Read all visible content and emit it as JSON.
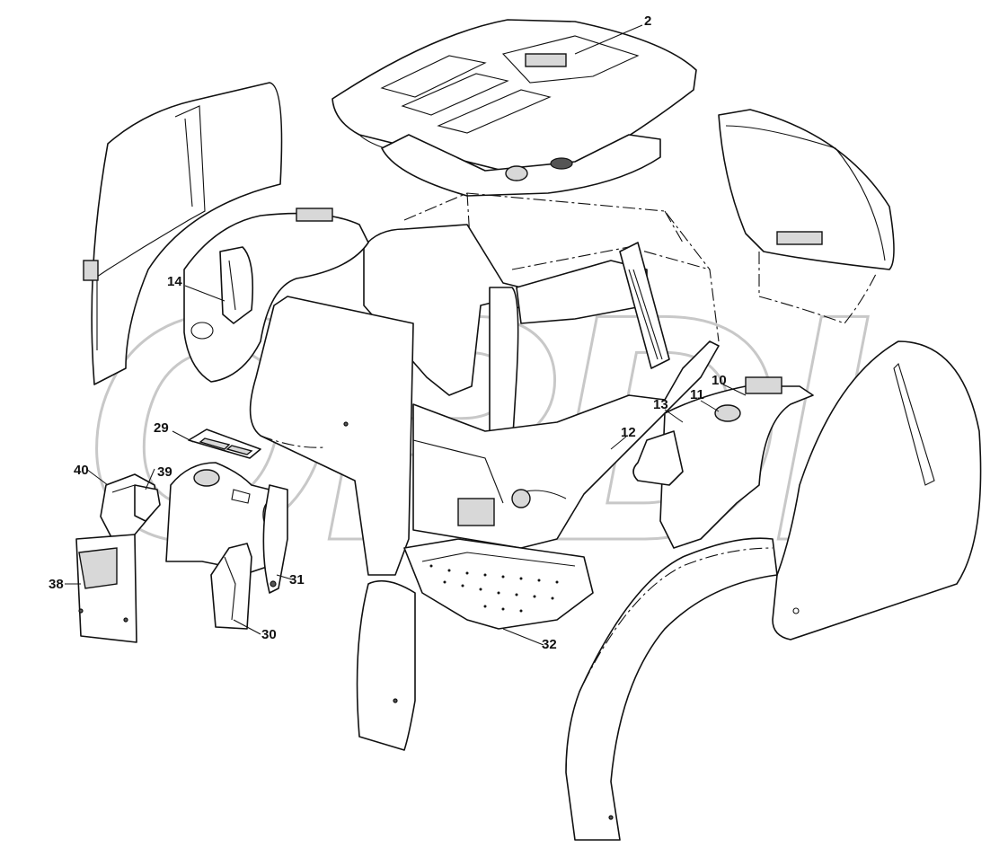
{
  "diagram": {
    "watermark": "ORDI",
    "callouts": [
      {
        "id": "c2",
        "label": "2"
      },
      {
        "id": "c10",
        "label": "10"
      },
      {
        "id": "c11",
        "label": "11"
      },
      {
        "id": "c12",
        "label": "12"
      },
      {
        "id": "c13",
        "label": "13"
      },
      {
        "id": "c14",
        "label": "14"
      },
      {
        "id": "c29",
        "label": "29"
      },
      {
        "id": "c30",
        "label": "30"
      },
      {
        "id": "c31",
        "label": "31"
      },
      {
        "id": "c32",
        "label": "32"
      },
      {
        "id": "c38",
        "label": "38"
      },
      {
        "id": "c39",
        "label": "39"
      },
      {
        "id": "c40",
        "label": "40"
      }
    ]
  }
}
